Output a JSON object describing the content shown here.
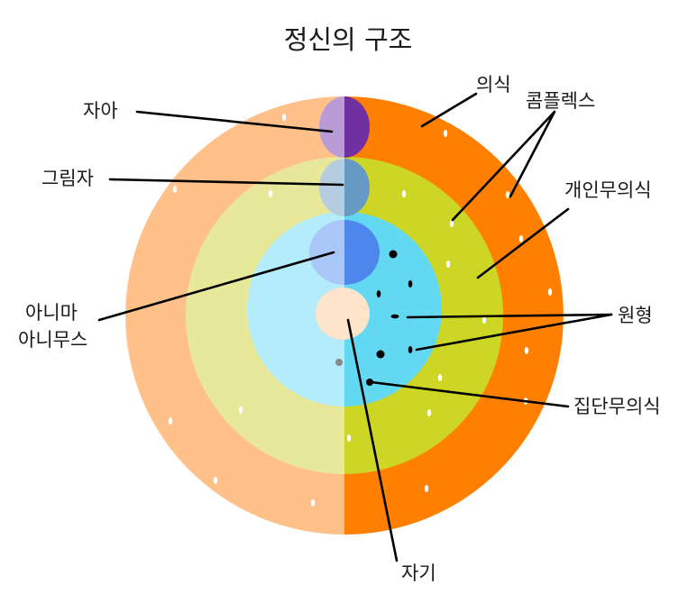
{
  "title": "정신의 구조",
  "labels": {
    "ego": "자아",
    "shadow": "그림자",
    "anima_line1": "아니마",
    "anima_line2": "아니무스",
    "self": "자기",
    "consciousness": "의식",
    "complex": "콤플렉스",
    "personal_unconscious": "개인무의식",
    "archetype": "원형",
    "collective_unconscious": "집단무의식"
  },
  "colors": {
    "consciousness_right": "#ff7f00",
    "consciousness_left": "#ffc08a",
    "personal_right": "#cdd625",
    "personal_left": "#e7e89a",
    "collective_right": "#63d8f2",
    "collective_left": "#b4ecfb",
    "ego_right": "#7030a0",
    "ego_left": "#b99bd6",
    "shadow_right": "#6699c4",
    "shadow_left": "#b6cde1",
    "anima_right": "#4f86ee",
    "anima_left": "#a9c7f9",
    "self_circle": "#fde4cb"
  }
}
